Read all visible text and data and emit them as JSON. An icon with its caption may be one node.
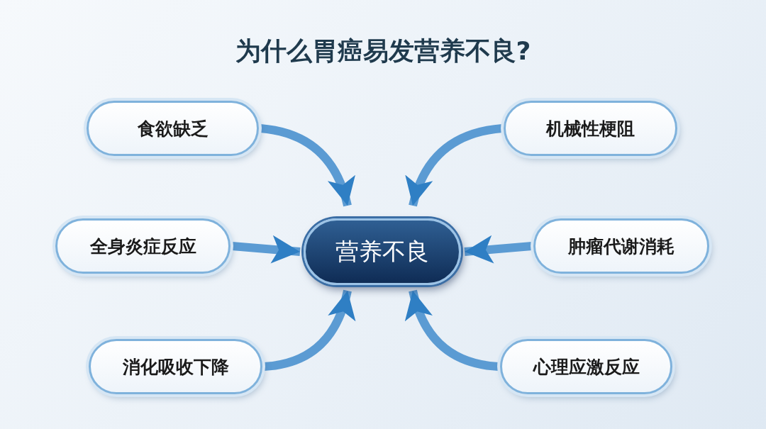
{
  "diagram": {
    "title": "为什么胃癌易发营养不良?",
    "nodes": [
      {
        "text": [
          "食欲缺乏"
        ]
      },
      {
        "text": [
          "机械性梗阻"
        ]
      },
      {
        "text": [
          "全身炎症反应"
        ]
      },
      {
        "text": [
          "营养不良"
        ]
      },
      {
        "text": [
          "肿瘤代谢消耗"
        ]
      },
      {
        "text": [
          "消化吸收下降"
        ]
      },
      {
        "text": [
          "心理应激反应"
        ]
      }
    ],
    "edges": [
      {
        "from": 0,
        "to": 3,
        "arrow": "to"
      },
      {
        "from": 1,
        "to": 3,
        "arrow": "to"
      },
      {
        "from": 2,
        "to": 3,
        "arrow": "to"
      },
      {
        "from": 4,
        "to": 3,
        "arrow": "to"
      },
      {
        "from": 5,
        "to": 3,
        "arrow": "to"
      },
      {
        "from": 6,
        "to": 3,
        "arrow": "to"
      }
    ]
  }
}
